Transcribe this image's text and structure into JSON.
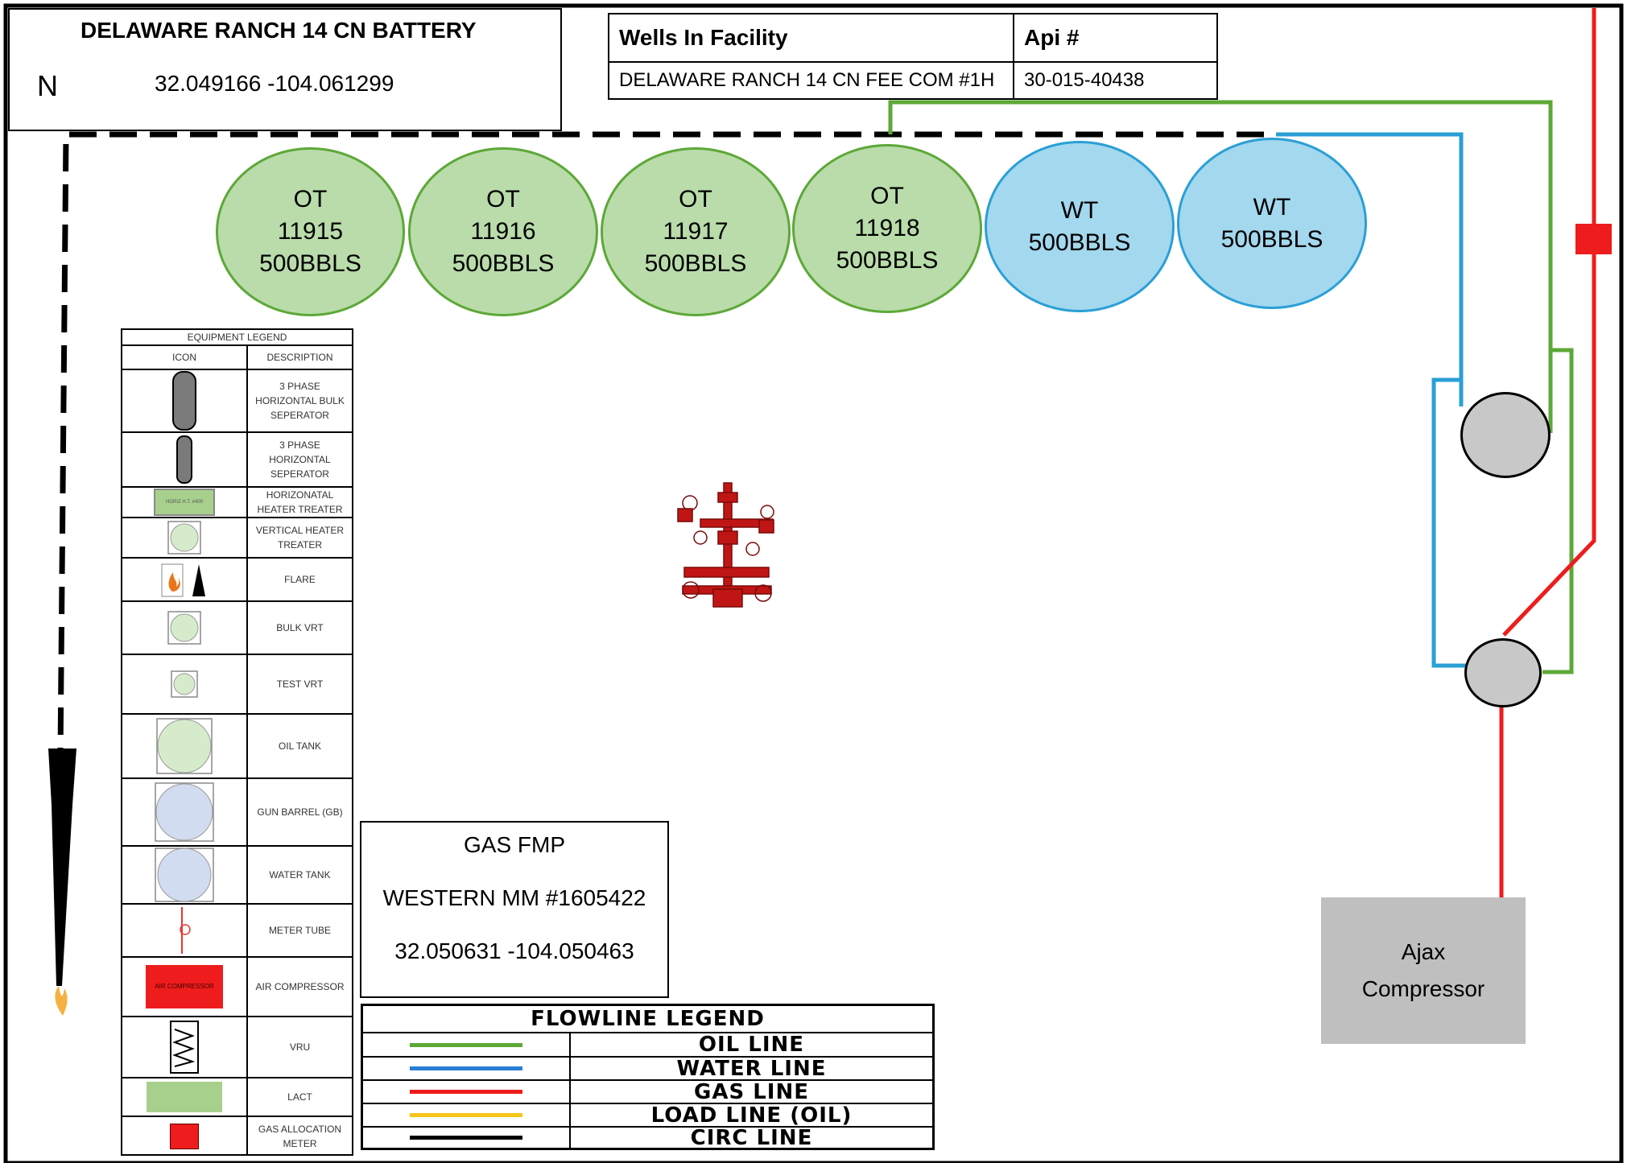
{
  "facility": {
    "name": "DELAWARE RANCH 14 CN BATTERY",
    "coordinates": "32.049166 -104.061299",
    "north_label": "N"
  },
  "wells_table": {
    "header_well": "Wells In Facility",
    "header_api": "Api #",
    "rows": [
      {
        "well": "DELAWARE RANCH 14 CN FEE COM #1H",
        "api": "30-015-40438"
      }
    ]
  },
  "tanks": [
    {
      "type": "OT",
      "number": "11915",
      "capacity": "500BBLS",
      "kind": "oil"
    },
    {
      "type": "OT",
      "number": "11916",
      "capacity": "500BBLS",
      "kind": "oil"
    },
    {
      "type": "OT",
      "number": "11917",
      "capacity": "500BBLS",
      "kind": "oil"
    },
    {
      "type": "OT",
      "number": "11918",
      "capacity": "500BBLS",
      "kind": "oil"
    },
    {
      "type": "WT",
      "number": "",
      "capacity": "500BBLS",
      "kind": "water"
    },
    {
      "type": "WT",
      "number": "",
      "capacity": "500BBLS",
      "kind": "water"
    }
  ],
  "gas_fmp": {
    "title": "GAS FMP",
    "meter": "WESTERN MM #1605422",
    "coordinates": "32.050631 -104.050463"
  },
  "compressor": {
    "line1": "Ajax",
    "line2": "Compressor"
  },
  "equipment_legend": {
    "title": "EQUIPMENT LEGEND",
    "col_icon": "ICON",
    "col_desc": "DESCRIPTION",
    "items": [
      {
        "icon": "three-phase-bulk-separator-icon",
        "label": "3 PHASE HORIZONTAL BULK SEPERATOR"
      },
      {
        "icon": "three-phase-separator-icon",
        "label": "3 PHASE HORIZONTAL SEPERATOR"
      },
      {
        "icon": "horizontal-heater-treater-icon",
        "label": "HORIZONATAL HEATER TREATER",
        "icon_text": "HORIZ H.T. #400"
      },
      {
        "icon": "vertical-heater-treater-icon",
        "label": "VERTICAL HEATER TREATER"
      },
      {
        "icon": "flare-icon",
        "label": "FLARE"
      },
      {
        "icon": "bulk-vrt-icon",
        "label": "BULK VRT"
      },
      {
        "icon": "test-vrt-icon",
        "label": "TEST VRT"
      },
      {
        "icon": "oil-tank-icon",
        "label": "OIL TANK"
      },
      {
        "icon": "gun-barrel-icon",
        "label": "GUN BARREL (GB)"
      },
      {
        "icon": "water-tank-icon",
        "label": "WATER TANK"
      },
      {
        "icon": "meter-tube-icon",
        "label": "METER TUBE"
      },
      {
        "icon": "air-compressor-icon",
        "label": "AIR COMPRESSOR",
        "icon_text": "AIR COMPRESSOR"
      },
      {
        "icon": "vru-icon",
        "label": "VRU"
      },
      {
        "icon": "lact-icon",
        "label": "LACT"
      },
      {
        "icon": "gas-allocation-meter-icon",
        "label": "GAS ALLOCATION METER"
      }
    ]
  },
  "flowline_legend": {
    "title": "FLOWLINE LEGEND",
    "items": [
      {
        "label": "OIL LINE",
        "color": "#5da838"
      },
      {
        "label": "WATER LINE",
        "color": "#2a7fd4"
      },
      {
        "label": "GAS LINE",
        "color": "#ee1c1c"
      },
      {
        "label": "LOAD LINE (OIL)",
        "color": "#f5c518"
      },
      {
        "label": "CIRC LINE",
        "color": "#000000"
      }
    ]
  },
  "colors": {
    "oil": "#5da838",
    "water": "#2a9fd6",
    "gas": "#ee1c1c",
    "oil_tank_fill": "#b9dcaa",
    "water_tank_fill": "#a3d8ee",
    "separator_fill": "#c8c8c8"
  }
}
